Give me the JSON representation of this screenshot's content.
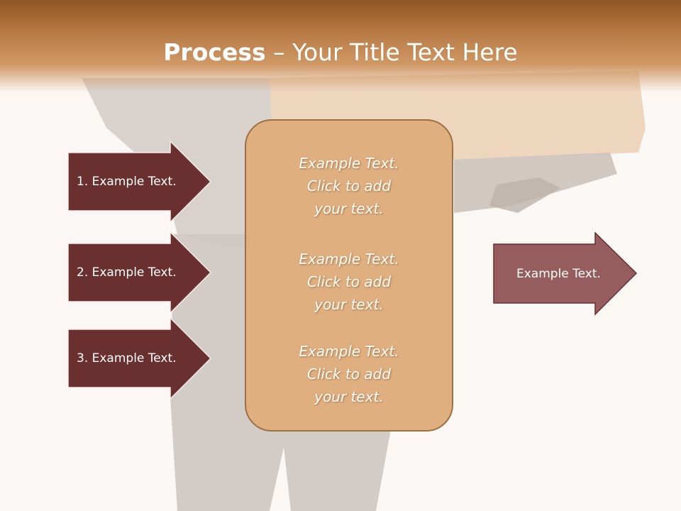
{
  "slide": {
    "title_bold": "Process",
    "title_rest": " – Your Title Text Here",
    "left_arrows": [
      {
        "label": "1. Example Text."
      },
      {
        "label": "2. Example Text."
      },
      {
        "label": "3. Example Text."
      }
    ],
    "center_blocks": [
      {
        "line1": "Example Text.",
        "line2": "Click  to add",
        "line3": "your text."
      },
      {
        "line1": "Example Text.",
        "line2": "Click  to add",
        "line3": "your text."
      },
      {
        "line1": "Example Text.",
        "line2": "Click  to add",
        "line3": "your text."
      }
    ],
    "right_arrow": {
      "label": "Example Text."
    }
  },
  "colors": {
    "left_arrow_fill": "#6a2f2f",
    "right_arrow_fill": "#955d5d",
    "center_box_fill": "#e0af80",
    "header_brown": "#8f5424"
  }
}
